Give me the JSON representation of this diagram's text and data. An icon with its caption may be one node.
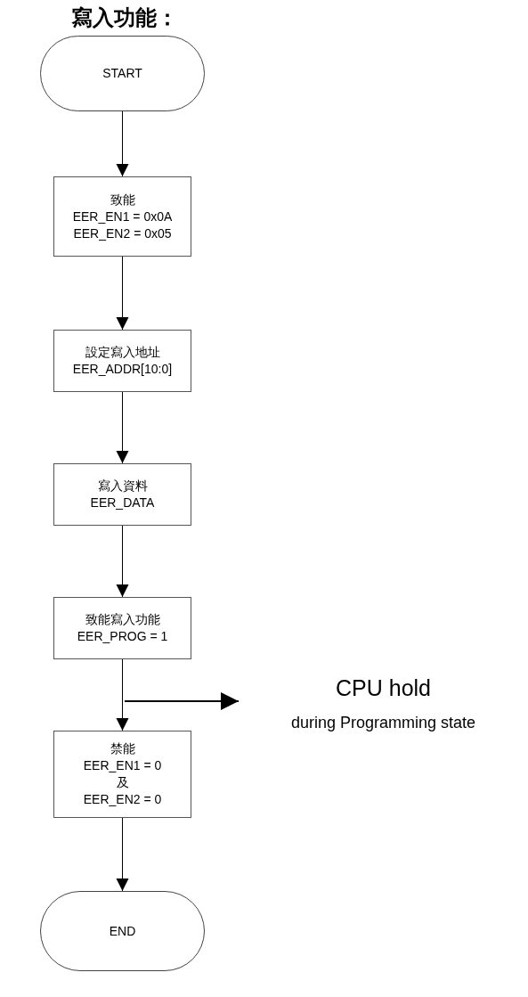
{
  "diagram": {
    "title": "寫入功能：",
    "nodes": [
      {
        "text": [
          "START"
        ]
      },
      {
        "text": [
          "致能",
          "EER_EN1 = 0x0A",
          "EER_EN2 = 0x05"
        ]
      },
      {
        "text": [
          "設定寫入地址",
          "EER_ADDR[10:0]"
        ]
      },
      {
        "text": [
          "寫入資料",
          "EER_DATA"
        ]
      },
      {
        "text": [
          "致能寫入功能",
          "EER_PROG = 1"
        ]
      },
      {
        "text": [
          "禁能",
          "EER_EN1 = 0",
          "及",
          "EER_EN2 = 0"
        ]
      },
      {
        "text": [
          "END"
        ]
      },
      {
        "text": [
          "CPU hold",
          "during Programming state"
        ]
      }
    ],
    "edges": [
      {
        "from": 0,
        "to": 1,
        "arrow": "to"
      },
      {
        "from": 1,
        "to": 2,
        "arrow": "to"
      },
      {
        "from": 2,
        "to": 3,
        "arrow": "to"
      },
      {
        "from": 3,
        "to": 4,
        "arrow": "to"
      },
      {
        "from": 4,
        "to": 5,
        "arrow": "to"
      },
      {
        "from": 5,
        "to": 6,
        "arrow": "to"
      },
      {
        "from": null,
        "to": 7,
        "arrow": "to"
      }
    ]
  }
}
